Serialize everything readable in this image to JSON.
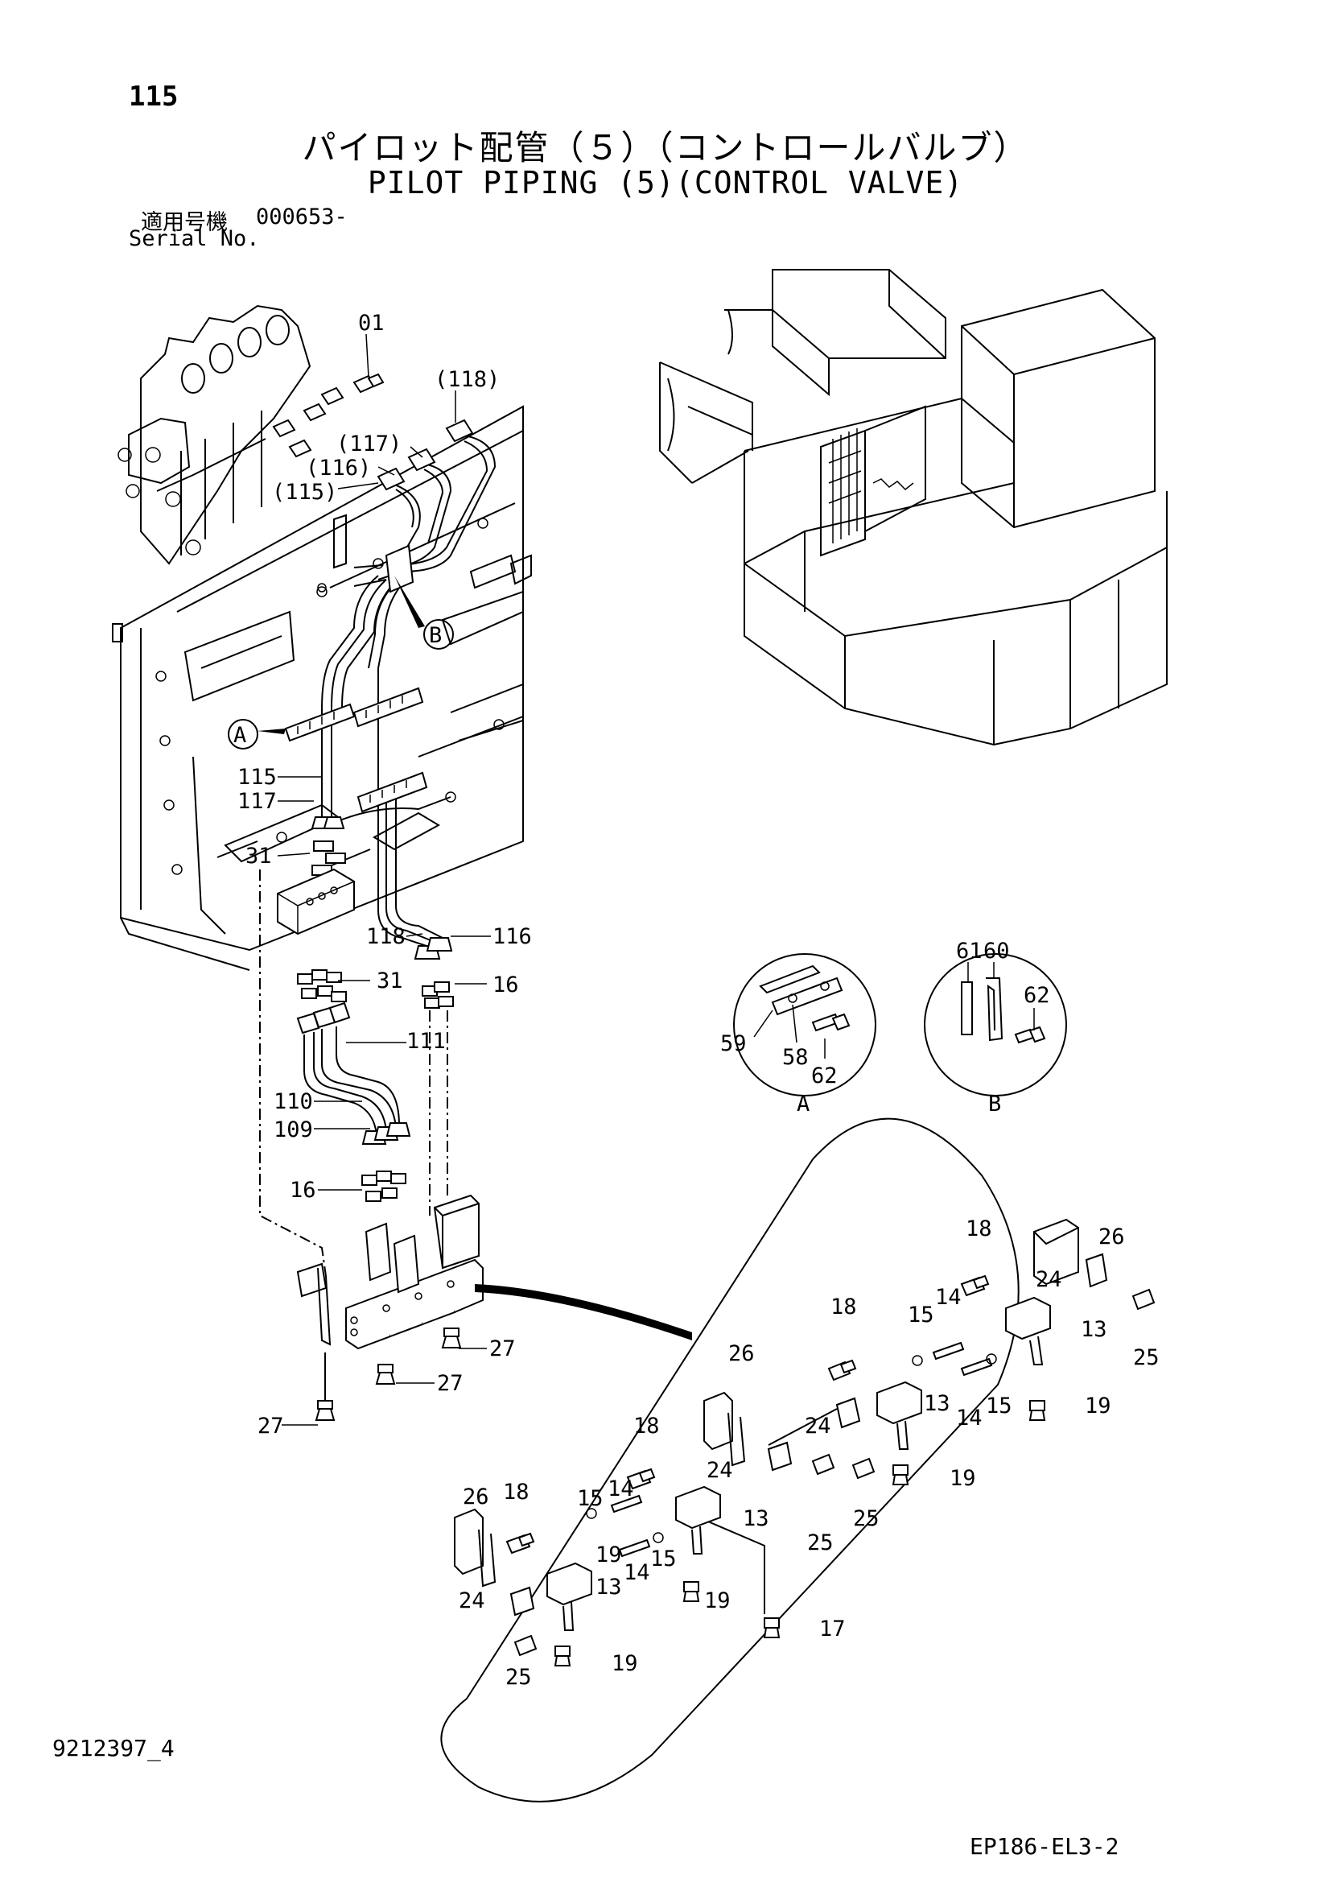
{
  "header": {
    "page_number": "115",
    "title_jp": "パイロット配管（５）（コントロールバルブ）",
    "title_en": "PILOT PIPING (5)(CONTROL VALVE)",
    "serial_label_jp": "適用号機",
    "serial_value": "000653-",
    "serial_label_en": "Serial No."
  },
  "footer": {
    "document_number": "9212397_4",
    "reference_code": "EP186-EL3-2"
  },
  "main_callouts": [
    "01",
    "(118)",
    "(117)",
    "(116)",
    "(115)",
    "115",
    "117",
    "31",
    "118",
    "116",
    "31",
    "16",
    "111",
    "110",
    "109",
    "16",
    "27",
    "27",
    "27"
  ],
  "detail_a": {
    "label": "A",
    "callouts": [
      "59",
      "58",
      "62"
    ]
  },
  "detail_b": {
    "label": "B",
    "callouts": [
      "61",
      "60",
      "62"
    ]
  },
  "zoom_callouts": [
    "26",
    "18",
    "24",
    "13",
    "25",
    "19",
    "18",
    "15",
    "14",
    "13",
    "14",
    "15",
    "19",
    "26",
    "24",
    "24",
    "25",
    "25",
    "19",
    "18",
    "15",
    "14",
    "13",
    "15",
    "14",
    "19",
    "17",
    "26",
    "18",
    "24",
    "13",
    "25",
    "19"
  ],
  "inline_markers": [
    "A",
    "B"
  ]
}
